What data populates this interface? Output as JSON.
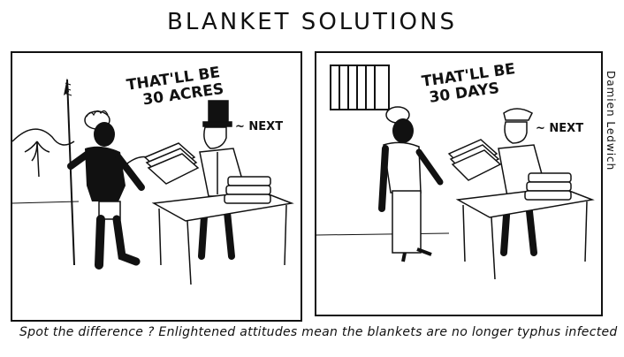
{
  "title": "BLANKET SOLUTIONS",
  "left_panel": {
    "speech_line1": "THAT'LL BE",
    "speech_line2": "30 ACRES",
    "next_label": "~ NEXT"
  },
  "right_panel": {
    "speech_line1": "THAT'LL BE",
    "speech_line2": "30 DAYS",
    "next_label": "~ NEXT"
  },
  "signature": "Damien Ledwich",
  "caption": "Spot the difference ?  Enlightened attitudes mean the blankets are no longer typhus infected"
}
